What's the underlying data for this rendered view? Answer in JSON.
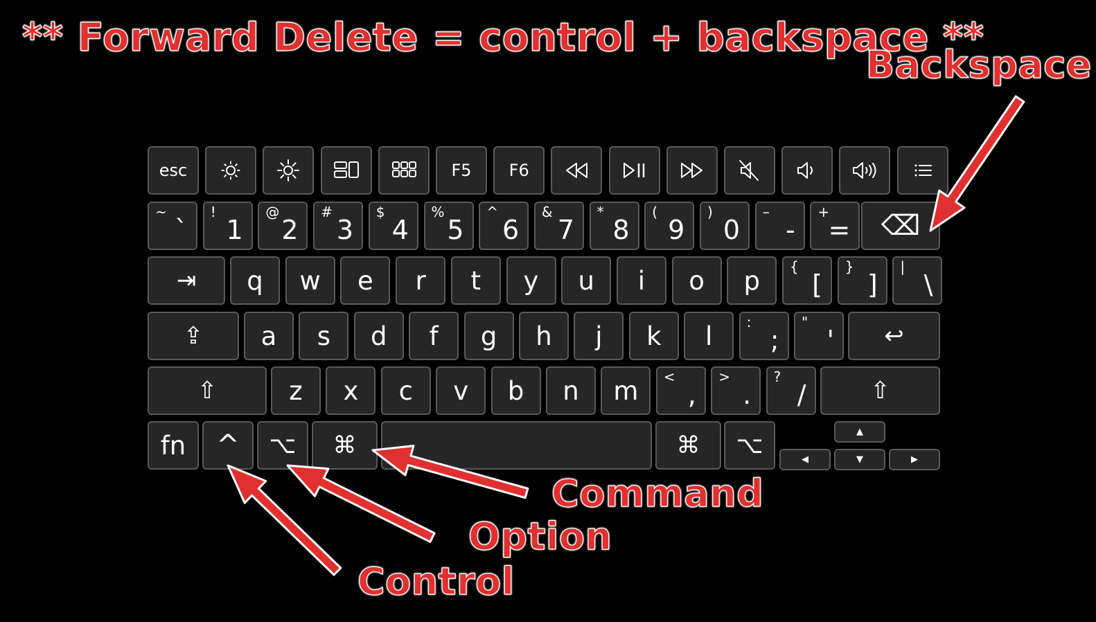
{
  "annotations": {
    "title": "** Forward Delete = control + backspace **",
    "backspace": "Backspace",
    "command": "Command",
    "option": "Option",
    "control": "Control"
  },
  "colors": {
    "background": "#000000",
    "key_fill": "#262626",
    "key_border": "#5a5a5a",
    "annotation_red": "#e03030"
  },
  "keyboard": {
    "function_row": [
      {
        "label": "esc"
      },
      {
        "icon": "brightness-down-icon"
      },
      {
        "icon": "brightness-up-icon"
      },
      {
        "icon": "mission-control-icon"
      },
      {
        "icon": "launchpad-icon"
      },
      {
        "label": "F5"
      },
      {
        "label": "F6"
      },
      {
        "icon": "rewind-icon"
      },
      {
        "icon": "play-pause-icon"
      },
      {
        "icon": "fast-forward-icon"
      },
      {
        "icon": "mute-icon"
      },
      {
        "icon": "volume-down-icon"
      },
      {
        "icon": "volume-up-icon"
      },
      {
        "icon": "menu-icon"
      }
    ],
    "number_row": [
      {
        "shift": "~",
        "main": "`"
      },
      {
        "shift": "!",
        "main": "1"
      },
      {
        "shift": "@",
        "main": "2"
      },
      {
        "shift": "#",
        "main": "3"
      },
      {
        "shift": "$",
        "main": "4"
      },
      {
        "shift": "%",
        "main": "5"
      },
      {
        "shift": "^",
        "main": "6"
      },
      {
        "shift": "&",
        "main": "7"
      },
      {
        "shift": "*",
        "main": "8"
      },
      {
        "shift": "(",
        "main": "9"
      },
      {
        "shift": ")",
        "main": "0"
      },
      {
        "shift": "–",
        "main": "-"
      },
      {
        "shift": "+",
        "main": "="
      },
      {
        "icon": "backspace-icon",
        "glyph": "⌫"
      }
    ],
    "top_row": [
      {
        "icon": "tab-icon",
        "glyph": "⇥"
      },
      {
        "main": "q"
      },
      {
        "main": "w"
      },
      {
        "main": "e"
      },
      {
        "main": "r"
      },
      {
        "main": "t"
      },
      {
        "main": "y"
      },
      {
        "main": "u"
      },
      {
        "main": "i"
      },
      {
        "main": "o"
      },
      {
        "main": "p"
      },
      {
        "shift": "{",
        "main": "["
      },
      {
        "shift": "}",
        "main": "]"
      },
      {
        "shift": "|",
        "main": "\\"
      }
    ],
    "home_row": [
      {
        "icon": "caps-lock-icon",
        "glyph": "⇪"
      },
      {
        "main": "a"
      },
      {
        "main": "s"
      },
      {
        "main": "d"
      },
      {
        "main": "f"
      },
      {
        "main": "g"
      },
      {
        "main": "h"
      },
      {
        "main": "j"
      },
      {
        "main": "k"
      },
      {
        "main": "l"
      },
      {
        "shift": ":",
        "main": ";"
      },
      {
        "shift": "\"",
        "main": "'"
      },
      {
        "icon": "return-icon",
        "glyph": "↩"
      }
    ],
    "bottom_row": [
      {
        "icon": "shift-icon",
        "glyph": "⇧"
      },
      {
        "main": "z"
      },
      {
        "main": "x"
      },
      {
        "main": "c"
      },
      {
        "main": "v"
      },
      {
        "main": "b"
      },
      {
        "main": "n"
      },
      {
        "main": "m"
      },
      {
        "shift": "<",
        "main": ","
      },
      {
        "shift": ">",
        "main": "."
      },
      {
        "shift": "?",
        "main": "/"
      },
      {
        "icon": "shift-icon",
        "glyph": "⇧"
      }
    ],
    "modifier_row": [
      {
        "label": "fn"
      },
      {
        "icon": "control-icon",
        "glyph": "^"
      },
      {
        "icon": "option-icon",
        "glyph": "⌥"
      },
      {
        "icon": "command-icon",
        "glyph": "⌘"
      },
      {
        "icon": "space-bar"
      },
      {
        "icon": "command-icon",
        "glyph": "⌘"
      },
      {
        "icon": "option-icon",
        "glyph": "⌥"
      }
    ],
    "arrows": [
      {
        "icon": "arrow-up-icon",
        "glyph": "▲"
      },
      {
        "icon": "arrow-left-icon",
        "glyph": "◀"
      },
      {
        "icon": "arrow-down-icon",
        "glyph": "▼"
      },
      {
        "icon": "arrow-right-icon",
        "glyph": "▶"
      }
    ]
  }
}
